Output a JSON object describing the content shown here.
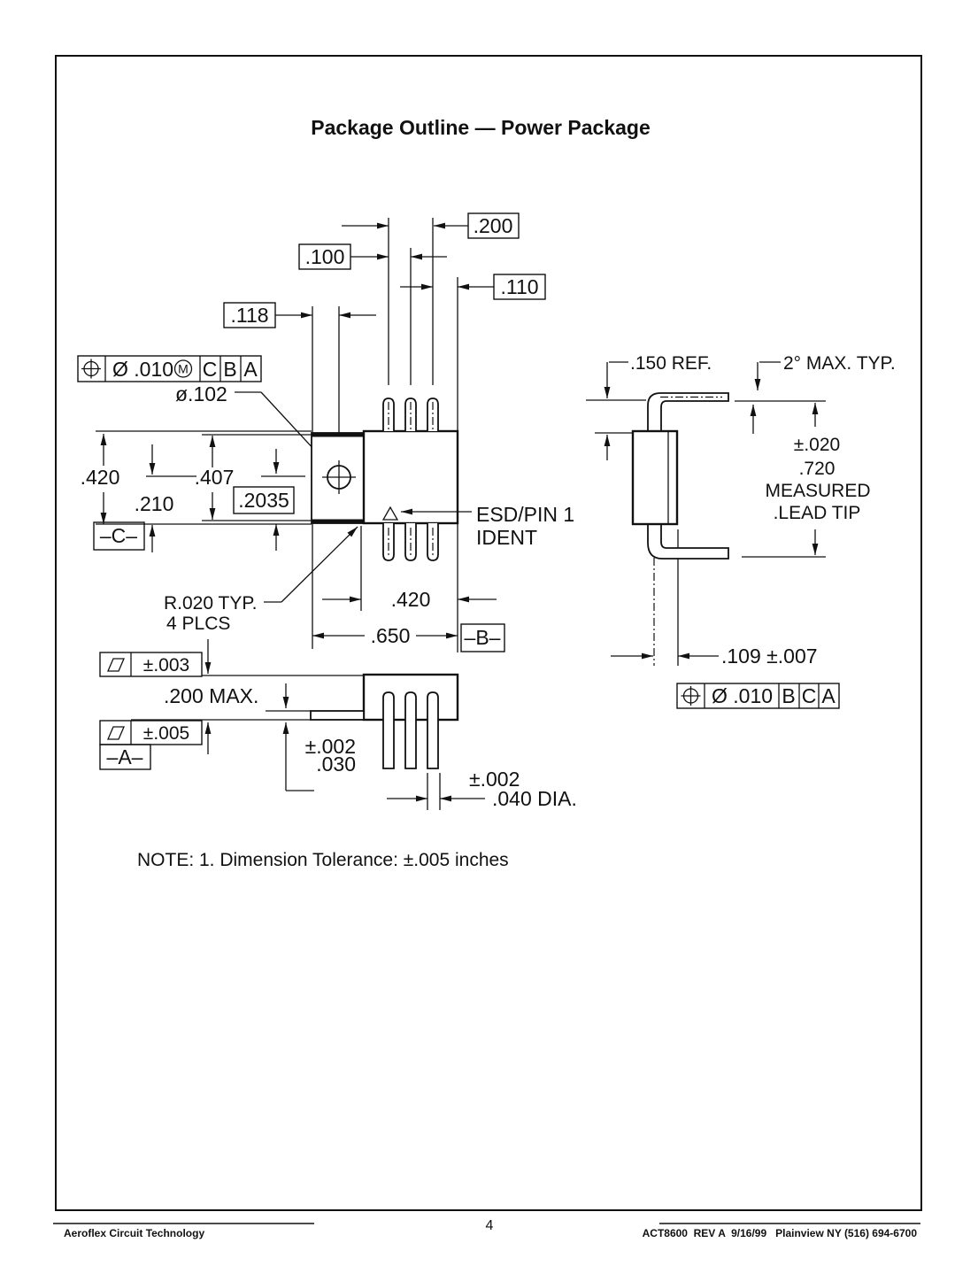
{
  "title": "Package Outline — Power Package",
  "note": "NOTE: 1. Dimension Tolerance: ±.005 inches",
  "footer": {
    "company": "Aeroflex Circuit Technology",
    "page": "4",
    "doc": "ACT8600  REV A  9/16/99   Plainview NY (516) 694-6700"
  },
  "front": {
    "pin_span": ".200",
    "pin_pitch": ".100",
    "pin_to_edge": ".110",
    "tab_to_hole": ".118",
    "hole_dia": "ø.102",
    "height": ".420",
    "hole_to_base": ".210",
    "tab_height": ".407",
    "hole_to_base_boxed": ".2035",
    "body_width": ".420",
    "overall_width": ".650",
    "radius1": "R.020 TYP.",
    "radius2": "4 PLCS",
    "esd1": "ESD/PIN 1",
    "esd2": "IDENT",
    "datum_c": "–C–",
    "datum_b": "–B–",
    "fcf": {
      "tol": "Ø .010",
      "mod": "M",
      "d1": "C",
      "d2": "B",
      "d3": "A"
    }
  },
  "bottom": {
    "thickness": ".200 MAX.",
    "flat_top": "±.003",
    "flat_seat": "±.005",
    "datum_a": "–A–",
    "tab_tol": "±.002",
    "tab_thk": ".030",
    "pin_tol": "±.002",
    "pin_dia": ".040 DIA."
  },
  "side": {
    "standoff": ".150 REF.",
    "angle": "2° MAX. TYP.",
    "tip_tol": "±.020",
    "tip_len": ".720",
    "measured": "MEASURED",
    "lead_tip": ".LEAD TIP",
    "lead_offset": ".109 ±.007",
    "fcf": {
      "tol": "Ø .010",
      "d1": "B",
      "d2": "C",
      "d3": "A"
    }
  }
}
